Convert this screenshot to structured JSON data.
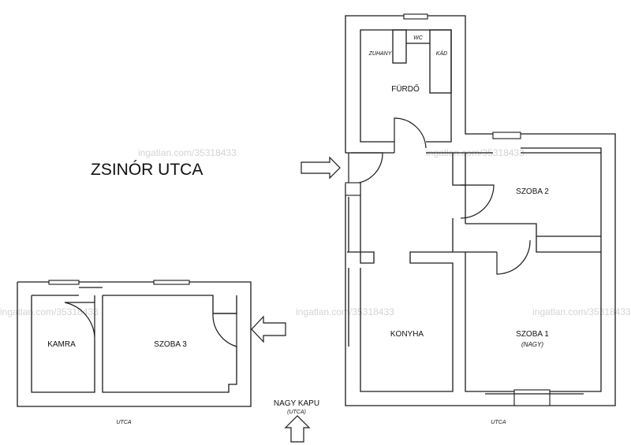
{
  "street_title": "ZSINÓR UTCA",
  "watermark": "ingatlan.com/35318433",
  "rooms": {
    "furdo": "FÜRDŐ",
    "zuhany": "ZUHANY",
    "wc": "WC",
    "kad": "KÁD",
    "szoba2": "SZOBA 2",
    "konyha": "KONYHA",
    "szoba1": "SZOBA 1",
    "szoba1_note": "(NAGY)",
    "kamra": "KAMRA",
    "szoba3": "SZOBA 3"
  },
  "gate": {
    "label": "NAGY KAPU",
    "sublabel": "(UTCA)"
  },
  "street_labels": {
    "left": "UTCA",
    "right": "UTCA"
  }
}
